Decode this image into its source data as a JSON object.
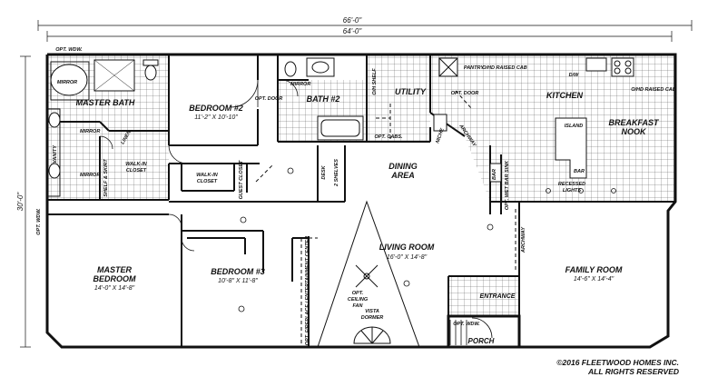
{
  "dimensions": {
    "overall_length": "66'-0\"",
    "body_length": "64'-0\"",
    "width": "30'-0\""
  },
  "rooms": {
    "master_bath": "MASTER BATH",
    "bedroom2": "BEDROOM #2",
    "bedroom2_size": "11'-2\" X 10'-10\"",
    "bath2": "BATH #2",
    "utility": "UTILITY",
    "kitchen": "KITCHEN",
    "breakfast_nook_l1": "BREAKFAST",
    "breakfast_nook_l2": "NOOK",
    "dining_l1": "DINING",
    "dining_l2": "AREA",
    "living": "LIVING ROOM",
    "living_size": "16'-0\" X 14'-8\"",
    "master_bedroom_l1": "MASTER",
    "master_bedroom_l2": "BEDROOM",
    "master_bedroom_size": "14'-0\" X 14'-8\"",
    "bedroom3": "BEDROOM #3",
    "bedroom3_size": "10'-8\" X 11'-8\"",
    "family": "FAMILY ROOM",
    "family_size": "14'-6\" X 14'-4\"",
    "entrance": "ENTRANCE",
    "porch": "PORCH"
  },
  "notes": {
    "opt_wdw": "OPT. WDW.",
    "mirror": "MIRROR",
    "vanity": "VANITY",
    "walk_in_closet_l1": "WALK-IN",
    "walk_in_closet_l2": "CLOSET",
    "shelf_skirt": "SHELF & SKIRT",
    "linen": "LINEN",
    "opt_door": "OPT. DOOR",
    "guest_closet": "GUEST CLOSET",
    "opt_shelf": "O/H SHELF",
    "opt_cabs": "OPT. CABS.",
    "niche": "NICHE",
    "pantry": "PANTRY",
    "dw": "D/W",
    "ohd_raised_cab": "O/HD RAISED CAB",
    "island": "ISLAND",
    "bar": "BAR",
    "archway": "ARCHWAY",
    "recessed_l1": "RECESSED",
    "recessed_l2": "LIGHTS",
    "opt_wet_bar": "OPT. WET BAR SINK",
    "desk": "DESK",
    "shelves": "2 SHELVES",
    "opt_fireplace": "OPT. FIREPLACE / ENTERTAINMENT CENTER",
    "opt_ceiling_fan_l1": "OPT.",
    "opt_ceiling_fan_l2": "CEILING",
    "opt_ceiling_fan_l3": "FAN",
    "vista_dormer_l1": "VISTA",
    "vista_dormer_l2": "DORMER"
  },
  "copyright_l1": "©2016 FLEETWOOD HOMES INC.",
  "copyright_l2": "ALL RIGHTS RESERVED"
}
